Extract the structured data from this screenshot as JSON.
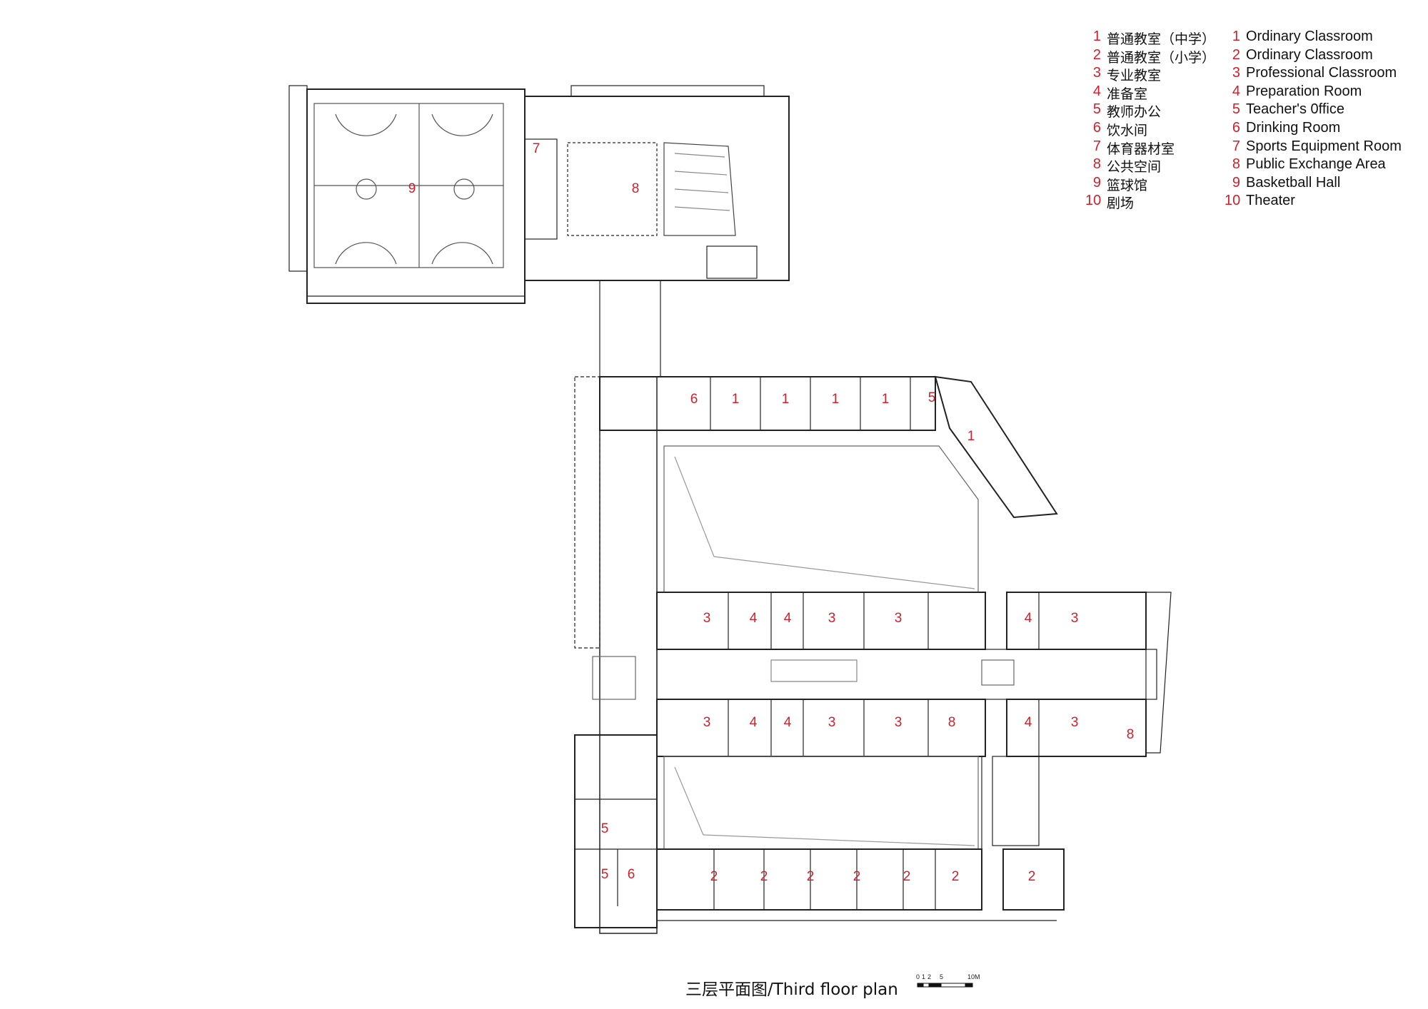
{
  "legend": [
    {
      "num": "1",
      "zh": "普通教室（中学）",
      "en": "Ordinary Classroom"
    },
    {
      "num": "2",
      "zh": "普通教室（小学）",
      "en": "Ordinary Classroom"
    },
    {
      "num": "3",
      "zh": "专业教室",
      "en": "Professional Classroom"
    },
    {
      "num": "4",
      "zh": "准备室",
      "en": "Preparation Room"
    },
    {
      "num": "5",
      "zh": "教师办公",
      "en": "Teacher's 0ffice"
    },
    {
      "num": "6",
      "zh": "饮水间",
      "en": "Drinking Room"
    },
    {
      "num": "7",
      "zh": "体育器材室",
      "en": "Sports Equipment Room"
    },
    {
      "num": "8",
      "zh": "公共空间",
      "en": "Public Exchange Area"
    },
    {
      "num": "9",
      "zh": "篮球馆",
      "en": "Basketball Hall"
    },
    {
      "num": "10",
      "zh": "剧场",
      "en": "Theater"
    }
  ],
  "caption": "三层平面图/Third floor plan",
  "scale_bar": {
    "labels": [
      "0",
      "1",
      "2",
      "5",
      "10M"
    ]
  },
  "room_labels": {
    "basketball": "9",
    "sports_equip": "7",
    "public_top": "8",
    "drink_n": "6",
    "office_ne": "5",
    "classrooms_n": [
      "1",
      "1",
      "1",
      "1",
      "1"
    ],
    "mid_upper": [
      "3",
      "4",
      "4",
      "3",
      "3",
      "4",
      "3"
    ],
    "mid_lower": [
      "3",
      "4",
      "4",
      "3",
      "3",
      "8",
      "4",
      "3",
      "8"
    ],
    "west_offices": [
      "5",
      "5",
      "6"
    ],
    "classrooms_s": [
      "2",
      "2",
      "2",
      "2",
      "2",
      "2",
      "2"
    ]
  },
  "colors": {
    "label": "#d1202b",
    "line": "#222222"
  }
}
